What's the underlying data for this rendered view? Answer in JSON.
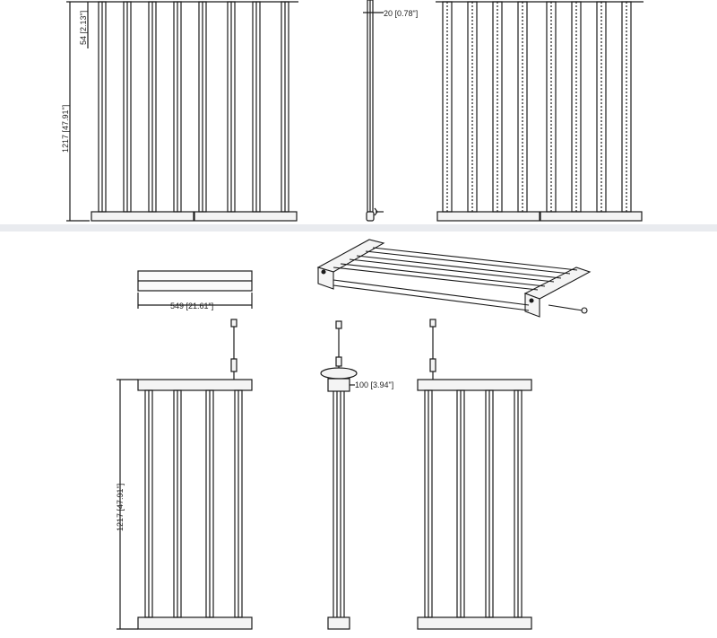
{
  "dimensions": {
    "top_front_height": "1217 [47.91\"]",
    "top_front_top": "54 [2.13\"]",
    "top_side_width": "20 [0.78\"]",
    "bottom_top_width": "549 [21.61\"]",
    "bottom_front_height": "1217 [47.91\"]",
    "bottom_side_width": "100 [3.94\"]"
  },
  "colors": {
    "line": "#1a1a1a",
    "fill_light": "#f4f4f4",
    "divider": "#e9ebef"
  }
}
